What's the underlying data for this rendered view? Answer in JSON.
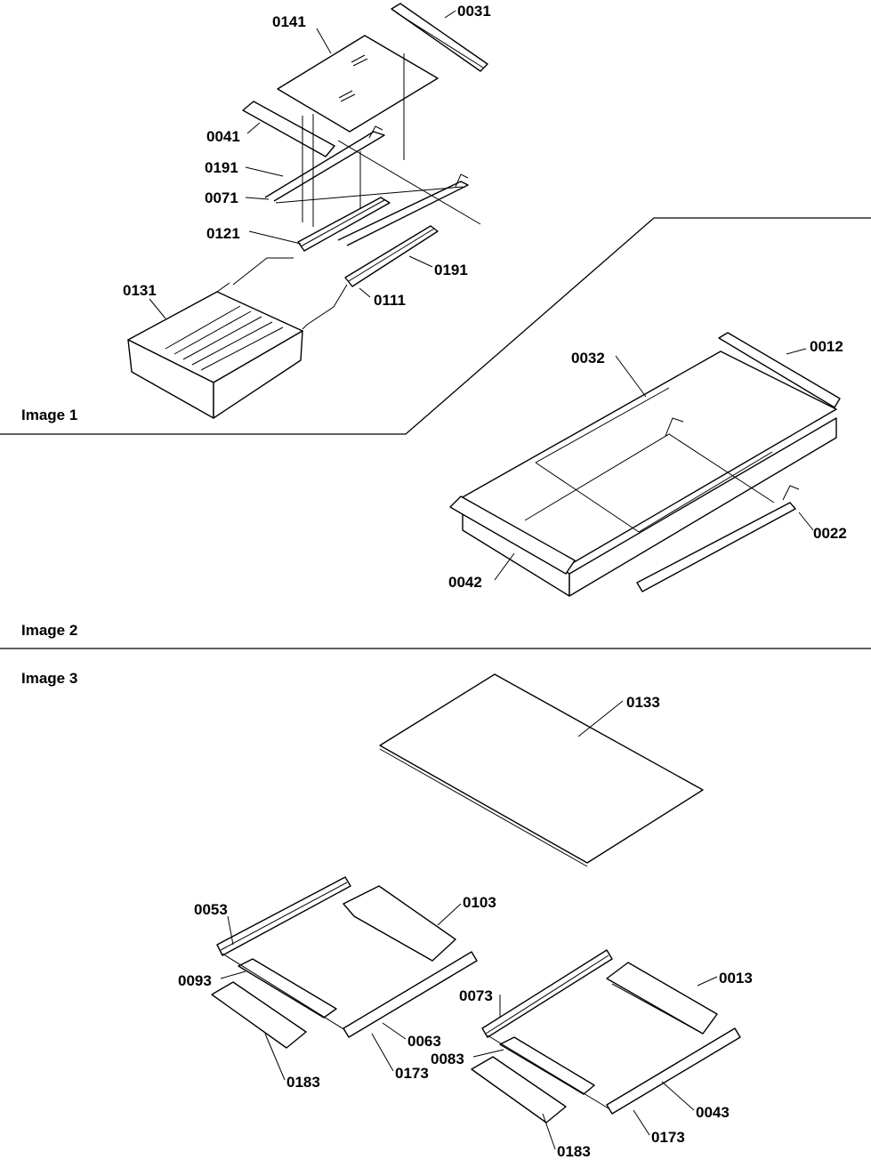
{
  "sections": [
    {
      "id": "image1",
      "label": "Image 1"
    },
    {
      "id": "image2",
      "label": "Image 2"
    },
    {
      "id": "image3",
      "label": "Image 3"
    }
  ],
  "callouts": {
    "image1": [
      "0141",
      "0031",
      "0041",
      "0191",
      "0071",
      "0121",
      "0191",
      "0111",
      "0131"
    ],
    "image2": [
      "0032",
      "0012",
      "0022",
      "0042"
    ],
    "image3": [
      "0133",
      "0053",
      "0103",
      "0093",
      "0063",
      "0173",
      "0183",
      "0073",
      "0013",
      "0083",
      "0043",
      "0173",
      "0183"
    ]
  }
}
